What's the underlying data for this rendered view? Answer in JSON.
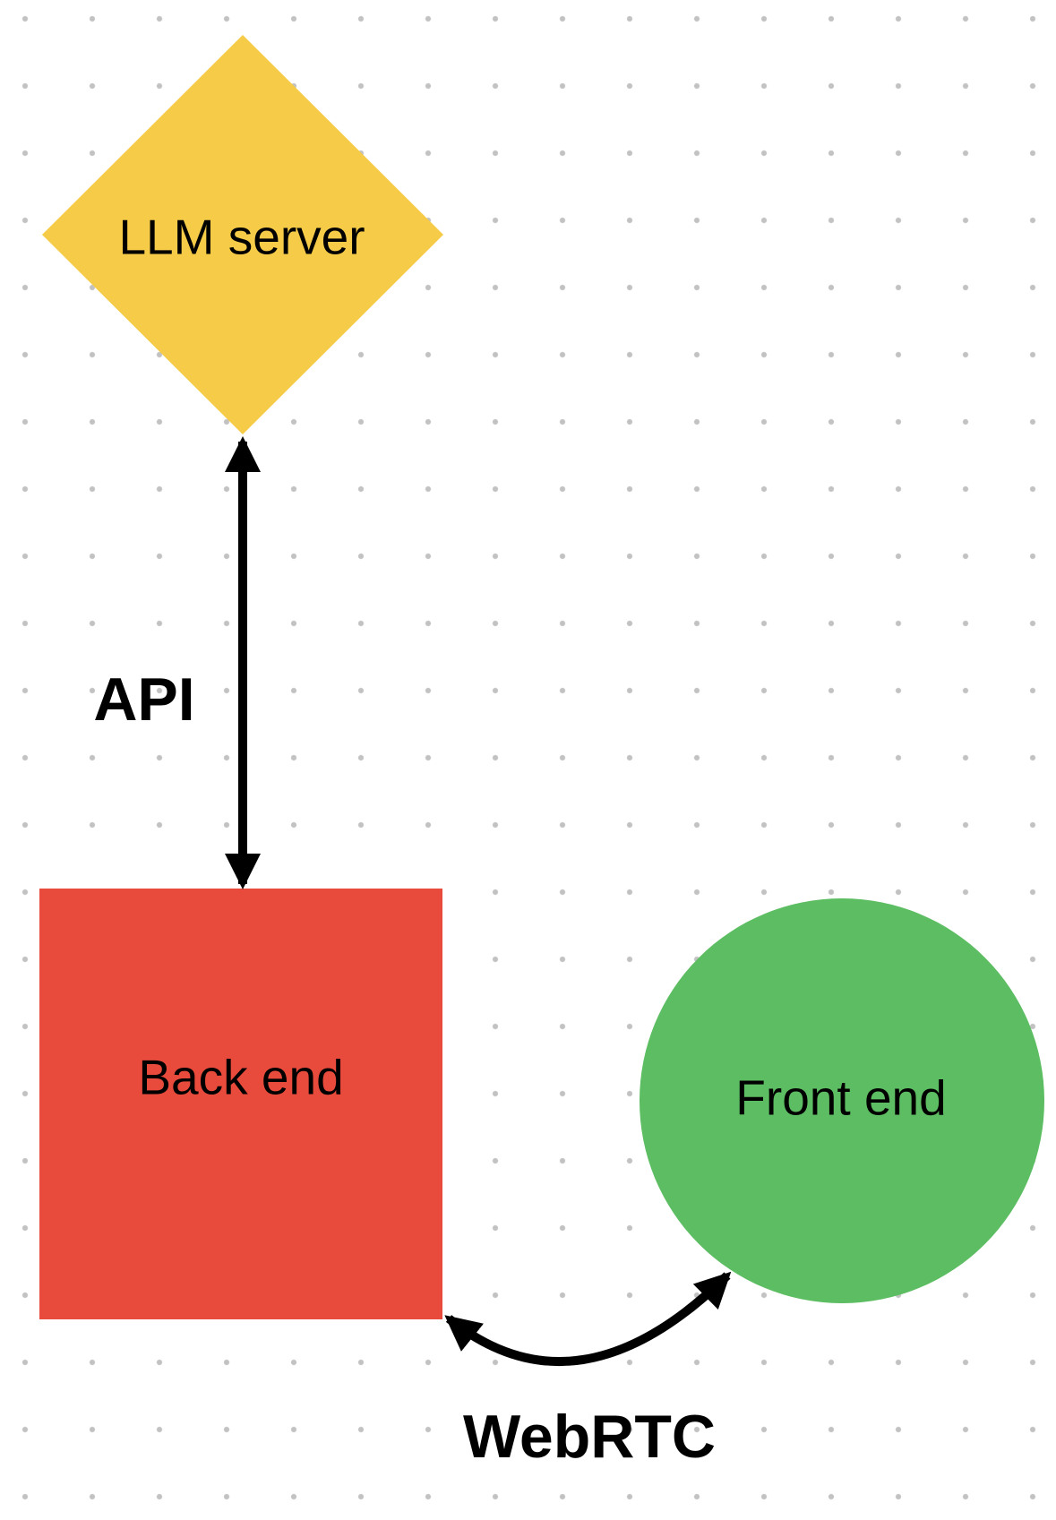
{
  "diagram": {
    "type": "flow-diagram",
    "background": "dotted-grid"
  },
  "colors": {
    "background": "#FFFFFF",
    "dot": "#C2C2C2",
    "diamond": "#F5CB48",
    "square": "#E84B3C",
    "circle": "#5CBD62",
    "edge": "#000000",
    "label": "#000000"
  },
  "nodes": [
    {
      "id": "llm-server",
      "shape": "diamond",
      "label": "LLM server"
    },
    {
      "id": "back-end",
      "shape": "square",
      "label": "Back end"
    },
    {
      "id": "front-end",
      "shape": "circle",
      "label": "Front end"
    }
  ],
  "edges": [
    {
      "id": "api",
      "label": "API",
      "from": "llm-server",
      "to": "back-end",
      "direction": "bidirectional",
      "style": "straight"
    },
    {
      "id": "webrtc",
      "label": "WebRTC",
      "from": "back-end",
      "to": "front-end",
      "direction": "bidirectional",
      "style": "curved"
    }
  ]
}
